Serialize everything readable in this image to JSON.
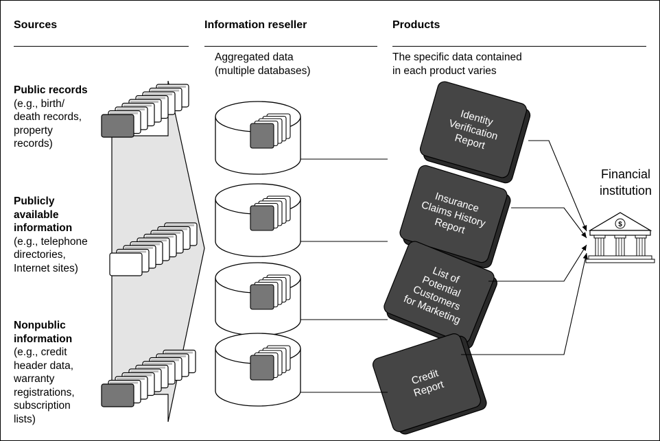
{
  "headers": {
    "sources": "Sources",
    "reseller": "Information reseller",
    "products": "Products"
  },
  "subheaders": {
    "reseller": "Aggregated data\n(multiple databases)",
    "products": "The specific data contained\nin each product varies"
  },
  "sources": [
    {
      "title": "Public records",
      "detail": "(e.g., birth/\ndeath records,\nproperty\nrecords)"
    },
    {
      "title": "Publicly\navailable\ninformation",
      "detail": "(e.g., telephone\ndirectories,\nInternet sites)"
    },
    {
      "title": "Nonpublic\ninformation",
      "detail": "(e.g., credit\nheader data,\nwarranty\nregistrations,\nsubscription\nlists)"
    }
  ],
  "products": [
    {
      "lines": [
        "Identity",
        "Verification",
        "Report"
      ]
    },
    {
      "lines": [
        "Insurance",
        "Claims History",
        "Report"
      ]
    },
    {
      "lines": [
        "List of",
        "Potential",
        "Customers",
        "for Marketing"
      ]
    },
    {
      "lines": [
        "Credit",
        "Report"
      ]
    }
  ],
  "destination": {
    "label": "Financial\ninstitution"
  },
  "colors": {
    "book": "#454545",
    "book_spine": "#2a2a2a",
    "card_dark": "#777777",
    "card_light": "#ffffff",
    "funnel": "#e4e4e4"
  }
}
